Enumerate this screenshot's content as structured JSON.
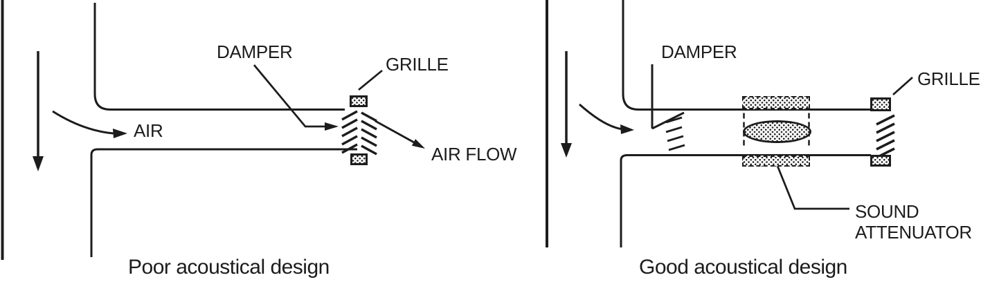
{
  "figure": {
    "ink_color": "#1c1c1c",
    "left_panel": {
      "damper_label": "DAMPER",
      "grille_label": "GRILLE",
      "air_label": "AIR",
      "air_flow_label": "AIR FLOW",
      "caption": "Poor acoustical design"
    },
    "right_panel": {
      "damper_label": "DAMPER",
      "grille_label": "GRILLE",
      "sound_attenuator_label_line1": "SOUND",
      "sound_attenuator_label_line2": "ATTENUATOR",
      "caption": "Good acoustical design"
    }
  }
}
